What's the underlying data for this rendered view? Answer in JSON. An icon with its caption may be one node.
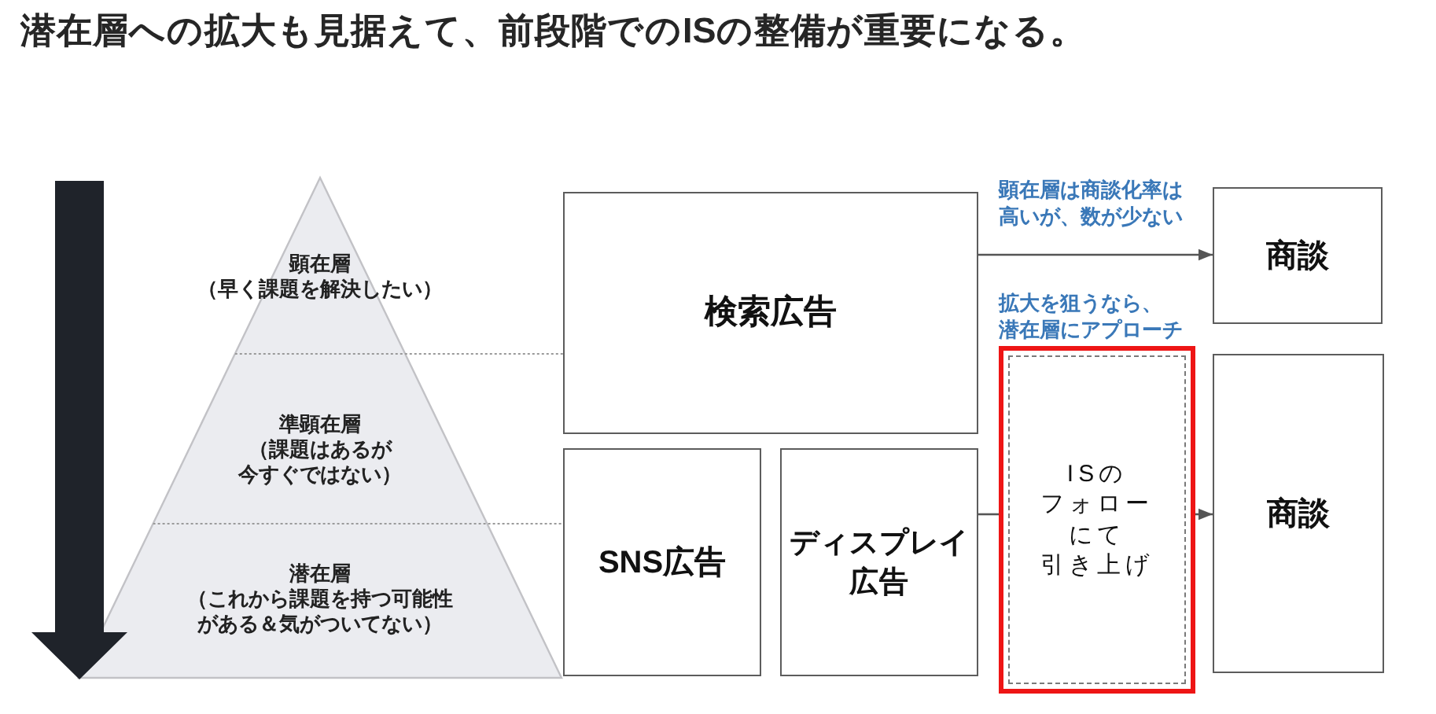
{
  "diagram": {
    "title": "潜在層への拡大も見据えて、前段階でのISの整備が重要になる。",
    "nodes": [
      {
        "text": [
          "顕在層",
          "（早く課題を解決したい）"
        ]
      },
      {
        "text": [
          "準顕在層",
          "（課題はあるが今すぐではない）"
        ]
      },
      {
        "text": [
          "潜在層",
          "（これから課題を持つ可能性がある＆気がついてない）"
        ]
      },
      {
        "text": [
          "検索広告"
        ]
      },
      {
        "text": [
          "SNS広告"
        ]
      },
      {
        "text": [
          "ディスプレイ広告"
        ]
      },
      {
        "text": [
          "ISのフォローにて引き上げ"
        ],
        "beside": [
          "拡大を狙うなら、潜在層にアプローチ"
        ]
      },
      {
        "text": [
          "商談"
        ]
      },
      {
        "text": [
          "商談"
        ]
      }
    ],
    "edges": [
      {
        "from": 3,
        "to": 7,
        "arrow": "to",
        "label": "顕在層は商談化率は高いが、数が少ない"
      },
      {
        "from": 5,
        "to": 6,
        "arrow": "none"
      },
      {
        "from": 6,
        "to": 8,
        "arrow": "to"
      }
    ]
  }
}
